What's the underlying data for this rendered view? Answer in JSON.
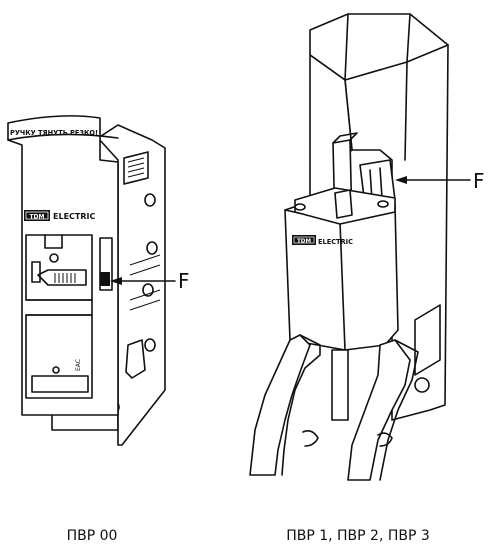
{
  "left_device": {
    "warning_text": "РУЧКУ ТЯНУТЬ РЕЗКО!",
    "brand_box": "TDM",
    "brand_word": "ELECTRIC",
    "mark": "EAC",
    "callout": "F",
    "caption": "ПВР 00"
  },
  "right_device": {
    "brand_box": "TDM",
    "brand_word": "ELECTRIC",
    "callout": "F",
    "caption": "ПВР 1, ПВР 2, ПВР 3"
  }
}
